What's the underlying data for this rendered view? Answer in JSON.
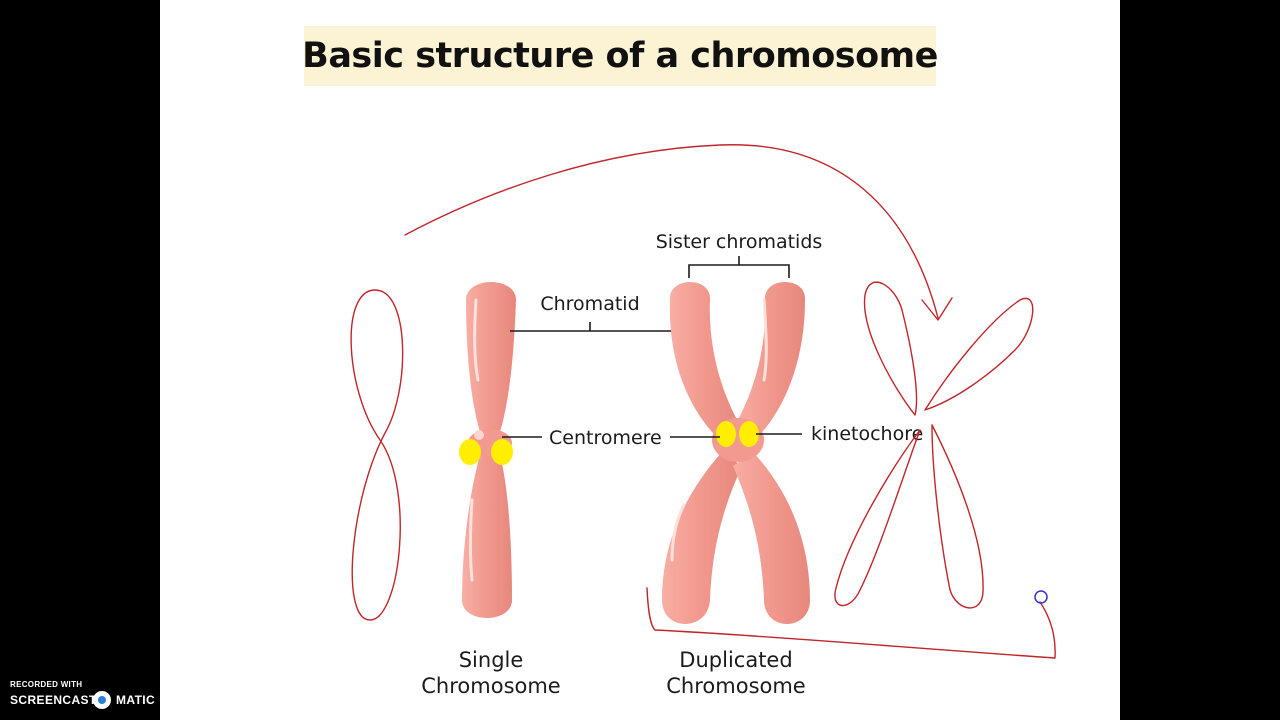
{
  "slide": {
    "title": "Basic structure of a chromosome"
  },
  "labels": {
    "sister_chromatids": "Sister chromatids",
    "chromatid": "Chromatid",
    "centromere": "Centromere",
    "kinetochore": "kinetochore"
  },
  "captions": {
    "single_line1": "Single",
    "single_line2": "Chromosome",
    "duplicated_line1": "Duplicated",
    "duplicated_line2": "Chromosome"
  },
  "watermark": {
    "recorded_with": "RECORDED WITH",
    "brand_part1": "SCREENCAST",
    "brand_part2": "MATIC"
  },
  "colors": {
    "title_background": "#fcf3d4",
    "chromosome_fill": "#f2998f",
    "centromere_dots": "#ffee00",
    "annotation_ink": "#c0262a",
    "cursor_ring": "#3333cc"
  }
}
